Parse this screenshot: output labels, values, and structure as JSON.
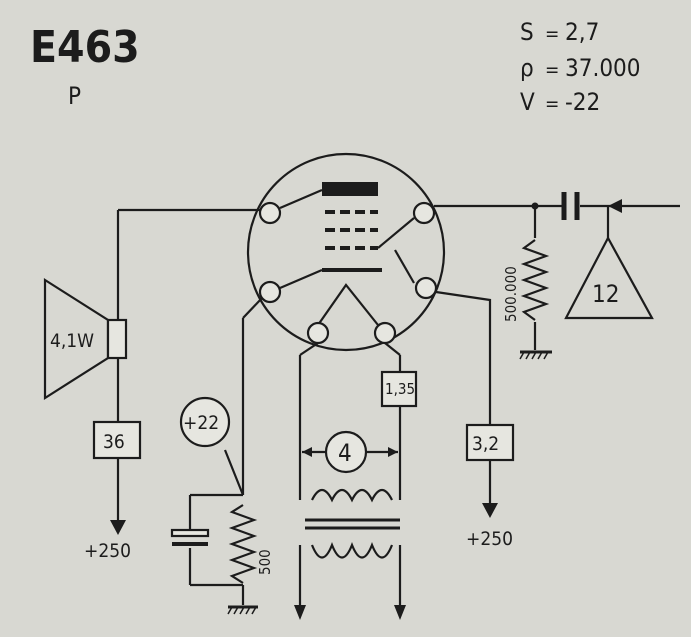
{
  "title": {
    "tube": "E463",
    "subtitle": "P"
  },
  "params": [
    {
      "symbol": "S",
      "op": "=",
      "value": "2,7"
    },
    {
      "symbol": "ρ",
      "op": "=",
      "value": "37.000"
    },
    {
      "symbol": "V",
      "op": "=",
      "value": "-22"
    }
  ],
  "components": {
    "speaker_label": "4,1W",
    "speaker_current": "36",
    "left_supply": "+250",
    "cathode_voltage": "+22",
    "cathode_resistor": "500",
    "screen_current": "3,2",
    "right_supply": "+250",
    "heater_current": "1,35",
    "heater_voltage": "4",
    "grid_resistor": "500.000",
    "input_signal": "12"
  }
}
